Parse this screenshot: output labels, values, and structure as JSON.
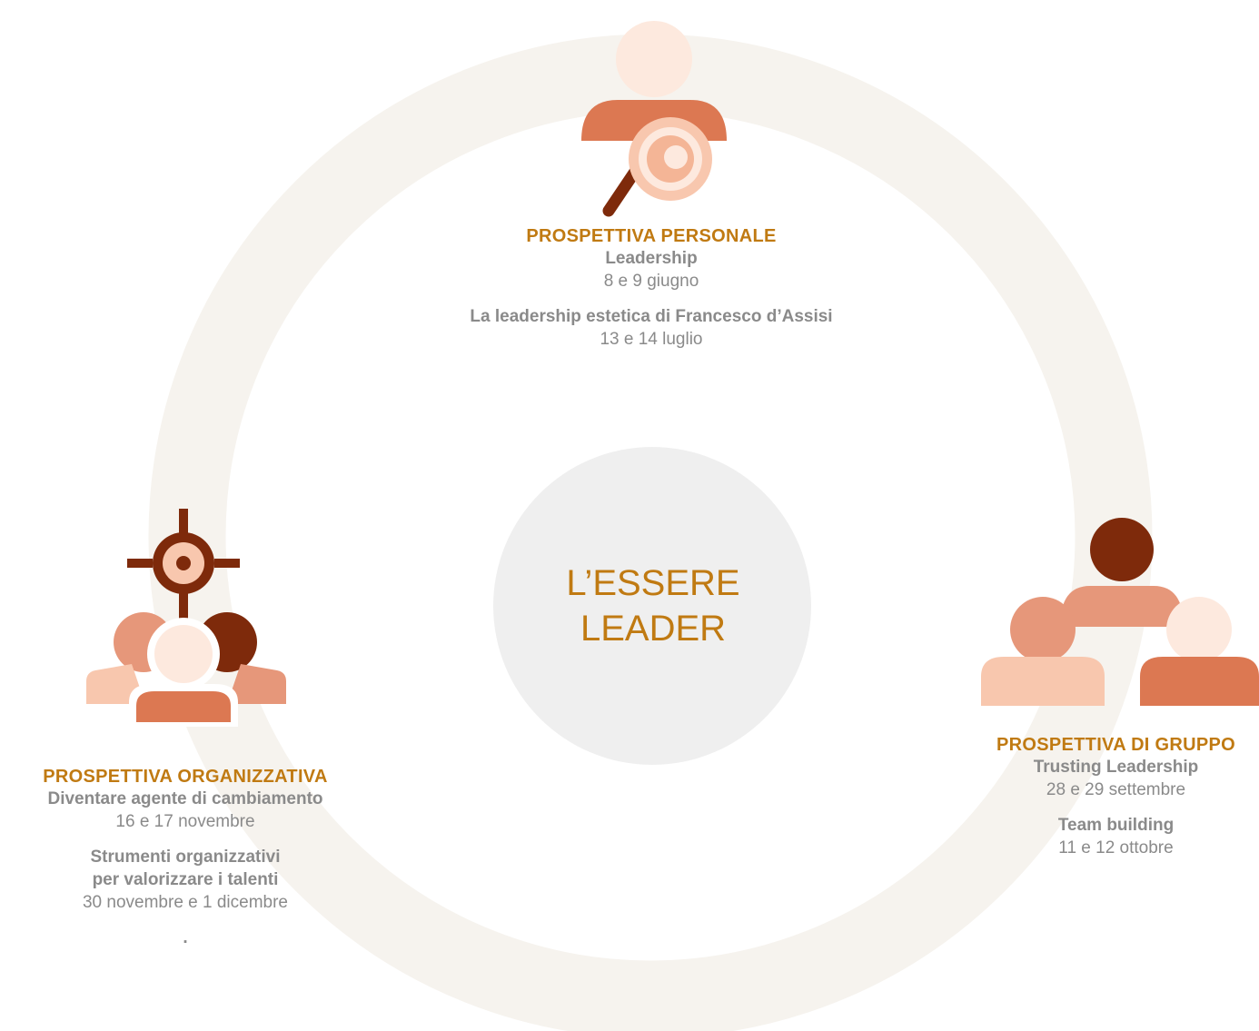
{
  "center": {
    "line1": "L’ESSERE",
    "line2": "LEADER"
  },
  "personale": {
    "heading": "PROSPETTIVA PERSONALE",
    "items": [
      {
        "title": "Leadership",
        "dates": "8 e 9 giugno"
      },
      {
        "title": "La leadership estetica di Francesco d’Assisi",
        "dates": "13 e 14 luglio"
      }
    ]
  },
  "gruppo": {
    "heading": "PROSPETTIVA DI GRUPPO",
    "items": [
      {
        "title": "Trusting Leadership",
        "dates": "28 e 29 settembre"
      },
      {
        "title": "Team building",
        "dates": "11 e 12 ottobre"
      }
    ]
  },
  "organizzativa": {
    "heading": "PROSPETTIVA ORGANIZZATIVA",
    "items": [
      {
        "title": "Diventare agente di cambiamento",
        "dates": "16 e 17 novembre"
      },
      {
        "title_line1": "Strumenti organizzativi",
        "title_line2": "per valorizzare i talenti",
        "dates": "30 novembre e 1 dicembre"
      }
    ],
    "trailing": "."
  },
  "colors": {
    "accent": "#c07a12",
    "text": "#8a8a8a",
    "ring": "#f6f3ee",
    "center_disc": "#efefef",
    "dark": "#7e2a0b",
    "mid": "#dc7852",
    "light": "#f8c7ae",
    "pale": "#fde9de"
  },
  "icons": {
    "personale": "person-magnifier-icon",
    "gruppo": "group-of-three-icon",
    "organizzativa": "team-target-icon"
  }
}
